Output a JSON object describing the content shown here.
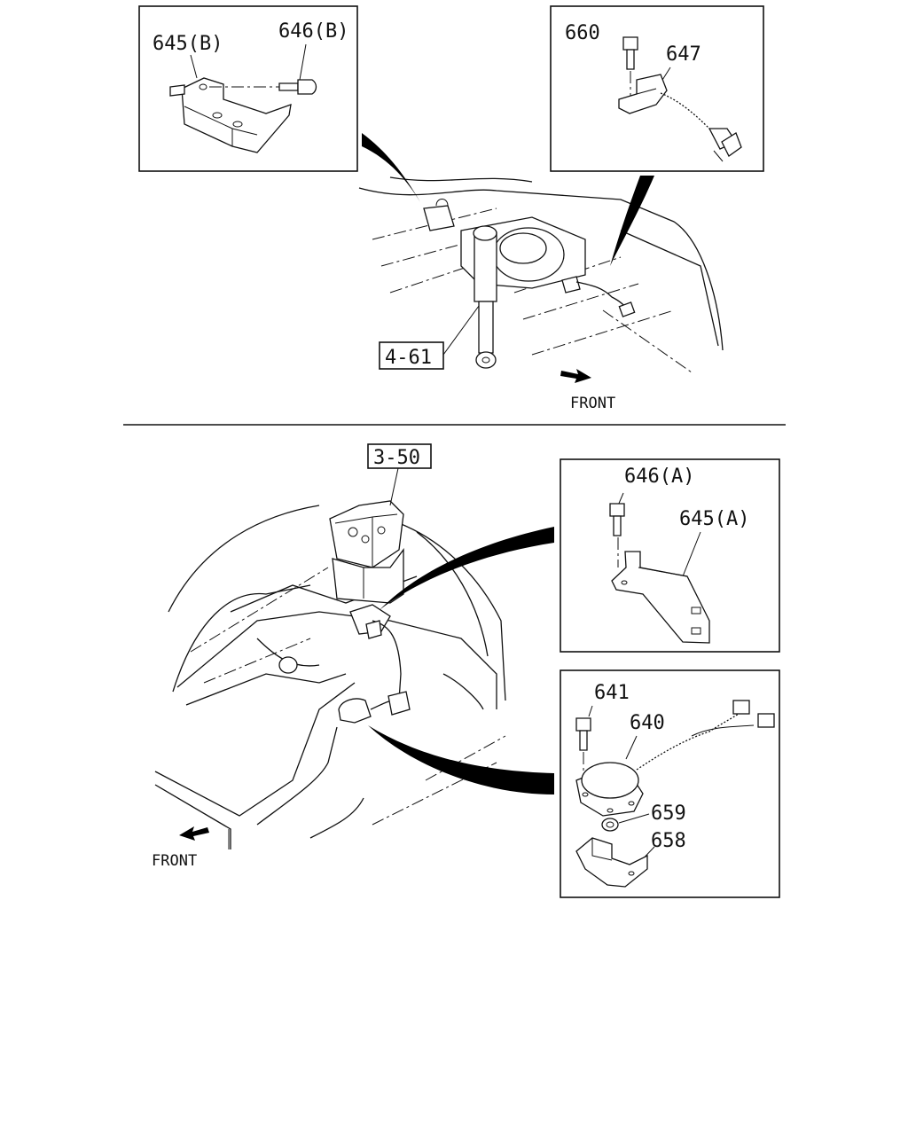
{
  "top_view": {
    "detail_left": {
      "bracket_label": "645(B)",
      "bolt_label": "646(B)"
    },
    "detail_right": {
      "bolt_label": "660",
      "sensor_label": "647"
    },
    "ref_box": "4-61",
    "front_label": "FRONT"
  },
  "bottom_view": {
    "ref_box": "3-50",
    "detail_upper": {
      "bolt_label": "646(A)",
      "bracket_label": "645(A)"
    },
    "detail_lower": {
      "bolt_label": "641",
      "sensor_label": "640",
      "nut_label": "659",
      "bracket_label": "658"
    },
    "front_label": "FRONT"
  }
}
